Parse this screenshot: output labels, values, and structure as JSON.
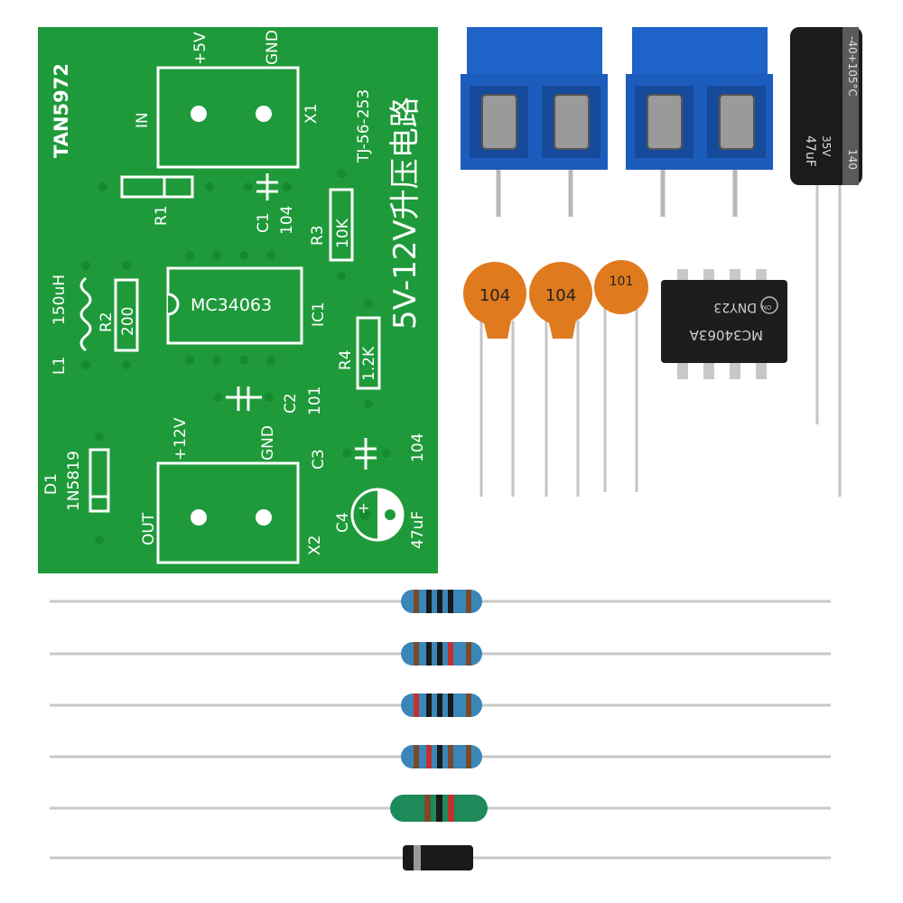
{
  "pcb": {
    "board_id": "TAN5972",
    "part_number": "TJ-56-253",
    "title": "5V-12V升压电路",
    "colors": {
      "board": "#1f9a3a",
      "silk": "#ffffff",
      "pad": "#168a2e"
    },
    "x1": {
      "pos": "+5V",
      "gnd": "GND",
      "in": "IN",
      "ref": "X1"
    },
    "x2": {
      "pos": "+12V",
      "gnd": "GND",
      "out": "OUT",
      "ref": "X2"
    },
    "r1": "R1",
    "c1": {
      "ref": "C1",
      "value": "104"
    },
    "r3": {
      "ref": "R3",
      "value": "10K"
    },
    "l1": {
      "ref": "L1",
      "value": "150uH"
    },
    "r2": {
      "ref": "R2",
      "value": "200"
    },
    "ic1": {
      "ref": "IC1",
      "value": "MC34063"
    },
    "r4": {
      "ref": "R4",
      "value": "1.2K"
    },
    "c2": {
      "ref": "C2",
      "value": "101"
    },
    "c3": {
      "ref": "C3",
      "value": "104"
    },
    "d1": {
      "ref": "D1",
      "value": "1N5819"
    },
    "c4": {
      "ref": "C4",
      "value": "47uF"
    }
  },
  "components": {
    "terminal_color": "#1e63c8",
    "capacitor_1": "104",
    "capacitor_2": "104",
    "capacitor_3": "101",
    "ic_chip": {
      "line1": "DNY23",
      "line2": "MC34063A",
      "logo": "ON"
    },
    "electrolytic": {
      "rating": "-40+105°C",
      "value": "47uF",
      "voltage": "35V",
      "code": "140"
    }
  }
}
